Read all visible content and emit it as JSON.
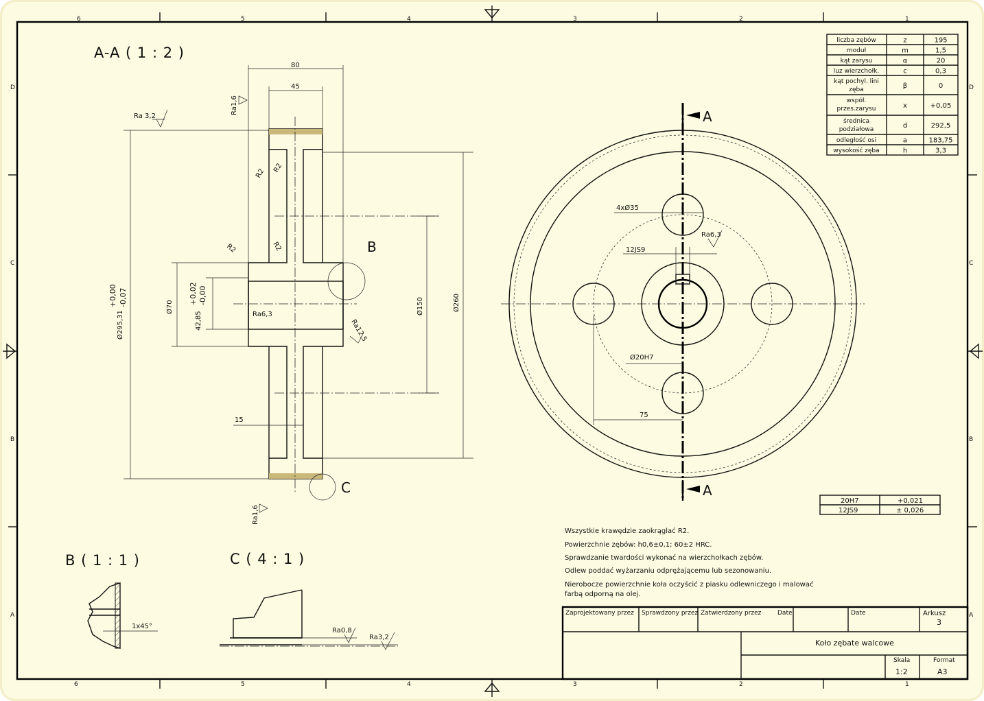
{
  "zones": {
    "cols": [
      "6",
      "5",
      "4",
      "3",
      "2",
      "1"
    ],
    "rows": [
      "D",
      "C",
      "B",
      "A"
    ]
  },
  "views": {
    "section_title": "A-A ( 1 : 2 )",
    "detail_b_title": "B ( 1 : 1 )",
    "detail_c_title": "C ( 4 : 1 )",
    "section_markers": {
      "top": "A",
      "bottom": "A"
    },
    "detail_markers": {
      "b": "B",
      "c": "C"
    }
  },
  "section_dims": {
    "width_80": "80",
    "width_45": "45",
    "dia_outer": "Ø295,31",
    "dia_outer_tol_upper": "+0,00",
    "dia_outer_tol_lower": "-0,07",
    "dia_70": "Ø70",
    "bore_tol_upper": "+0,02",
    "bore_tol_lower": "-0,00",
    "keyway_depth": "42,85",
    "dia_150": "Ø150",
    "dia_260": "Ø260",
    "web_15": "15",
    "radii": [
      "R2",
      "R2",
      "R2",
      "R2"
    ],
    "roughness": {
      "ra32": "Ra 3,2",
      "ra16_top": "Ra1,6",
      "ra16_bottom": "Ra1,6",
      "ra63": "Ra6,3",
      "ra125": "Ra12,5"
    }
  },
  "front_dims": {
    "holes": "4xØ35",
    "keyway": "12JS9",
    "ra63": "Ra6,3",
    "bore": "Ø20H7",
    "hole_radius": "75"
  },
  "detail_dims": {
    "chamfer": "1x45°",
    "ra08": "Ra0,8",
    "ra32": "Ra3,2"
  },
  "gear_table": [
    {
      "name": "liczba zębów",
      "symbol": "z",
      "value": "195"
    },
    {
      "name": "moduł",
      "symbol": "m",
      "value": "1,5"
    },
    {
      "name": "kąt zarysu",
      "symbol": "α",
      "value": "20"
    },
    {
      "name": "luz wierzchołk.",
      "symbol": "c",
      "value": "0,3"
    },
    {
      "name": "kąt pochyl. lini zęba",
      "symbol": "β",
      "value": "0"
    },
    {
      "name": "współ. przes.zarysu",
      "symbol": "x",
      "value": "+0,05"
    },
    {
      "name": "średnica podziałowa",
      "symbol": "d",
      "value": "292,5"
    },
    {
      "name": "odległość osi",
      "symbol": "a",
      "value": "183,75"
    },
    {
      "name": "wysokość zęba",
      "symbol": "h",
      "value": "3,3"
    }
  ],
  "tolerance_table": [
    {
      "fit": "20H7",
      "dev": "+0,021"
    },
    {
      "fit": "12JS9",
      "dev": "± 0,026"
    }
  ],
  "notes": [
    "Wszystkie krawędzie zaokrąglać R2.",
    "Powierzchnie zębów: h0,6±0,1; 60±2 HRC.",
    "Sprawdzanie twardości wykonać na wierzchołkach zębów.",
    "Odlew poddać wyżarzaniu odprężającemu lub sezonowaniu.",
    "Nierobocze powierzchnie koła oczyścić z piasku odlewniczego i malować",
    "farbą odporną na olej."
  ],
  "title_block": {
    "designed_by": "Zaprojektowany przez",
    "checked_by": "Sprawdzony przez",
    "approved_by": "Zatwierdzony przez",
    "date1": "Date",
    "date2": "Date",
    "sheet_label": "Arkusz",
    "sheet_value": "3",
    "title": "Koło zębate walcowe",
    "scale_label": "Skala",
    "scale_value": "1:2",
    "format_label": "Format",
    "format_value": "A3"
  }
}
